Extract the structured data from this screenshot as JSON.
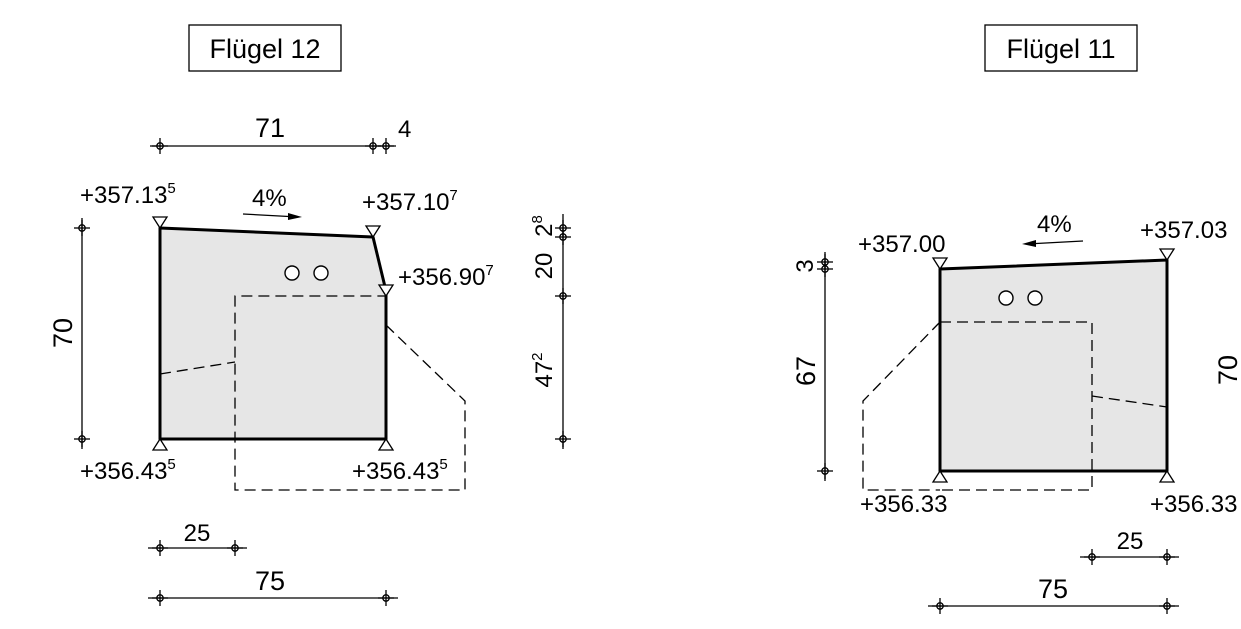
{
  "left": {
    "title": "Flügel 12",
    "dim_top_main": "71",
    "dim_top_small": "4",
    "slope": "4%",
    "elev_top_left": {
      "base": "+357.13",
      "sup": "5"
    },
    "elev_top_right": {
      "base": "+357.10",
      "sup": "7"
    },
    "elev_mid_right": {
      "base": "+356.90",
      "sup": "7"
    },
    "elev_bottom_left": {
      "base": "+356.43",
      "sup": "5"
    },
    "elev_bottom_right": {
      "base": "+356.43",
      "sup": "5"
    },
    "dim_left_height": "70",
    "dim_right_top": {
      "base": "2",
      "sup": "8"
    },
    "dim_right_mid": "20",
    "dim_right_bottom": {
      "base": "47",
      "sup": "2"
    },
    "dim_bottom_small": "25",
    "dim_bottom_width": "75"
  },
  "right": {
    "title": "Flügel 11",
    "slope": "4%",
    "elev_top_left": "+357.00",
    "elev_top_right": "+357.03",
    "elev_bottom_left": "+356.33",
    "elev_bottom_right": "+356.33",
    "dim_left_top": "3",
    "dim_left_height": "67",
    "dim_right_partial": "70",
    "dim_bottom_small": "25",
    "dim_bottom_width": "75"
  }
}
